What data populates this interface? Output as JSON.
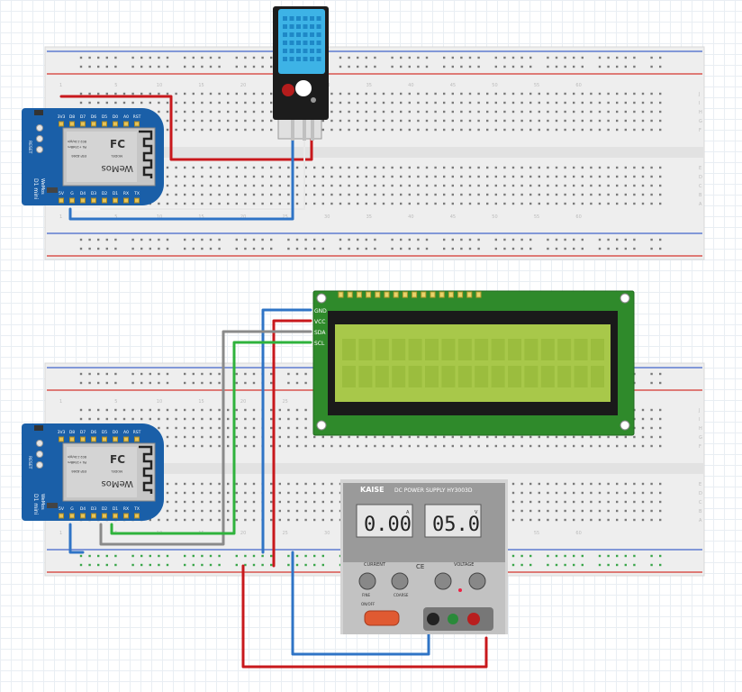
{
  "wemos": {
    "top_pins": [
      "3V3",
      "D8",
      "D7",
      "D6",
      "D5",
      "D0",
      "A0",
      "RST"
    ],
    "bottom_pins": [
      "5V",
      "G",
      "D4",
      "D3",
      "D2",
      "D1",
      "RX",
      "TX"
    ],
    "reset_label": "RESET",
    "board_name": "D1 mini",
    "brand": "WeMos",
    "module_model": "ESP-8266",
    "module_text_1": "MODEL",
    "module_text_2": "PA +25dBm",
    "module_text_3": "802.11b/g/n",
    "fcc": "FC",
    "logo_text": "WeMos"
  },
  "breadboard": {
    "row_letters_top": [
      "J",
      "I",
      "H",
      "G",
      "F"
    ],
    "row_letters_bottom": [
      "E",
      "D",
      "C",
      "B",
      "A"
    ],
    "column_numbers": [
      "1",
      "5",
      "10",
      "15",
      "20",
      "25",
      "30",
      "35",
      "40",
      "45",
      "50",
      "55",
      "60"
    ]
  },
  "lcd": {
    "pins": [
      "GND",
      "VCC",
      "SDA",
      "SCL"
    ]
  },
  "power_supply": {
    "brand": "KAISE",
    "model": "DC POWER SUPPLY HY3003D",
    "current_display": "0.00",
    "current_unit": "A",
    "voltage_display": "05.0",
    "voltage_unit": "V",
    "current_label": "CURRENT",
    "voltage_label": "VOLTAGE",
    "ce_mark": "CE",
    "knob_fine": "FINE",
    "knob_coarse": "COARSE",
    "on_off": "ON/OFF"
  },
  "colors": {
    "wire_red": "#c8181c",
    "wire_blue": "#2f74c6",
    "wire_gray": "#8a8a8a",
    "wire_green": "#2fb33c",
    "wemos_blue": "#1a5fa8",
    "lcd_green": "#2f8a2b",
    "lcd_screen": "#a8c84a",
    "dht_blue": "#3db3e6"
  }
}
